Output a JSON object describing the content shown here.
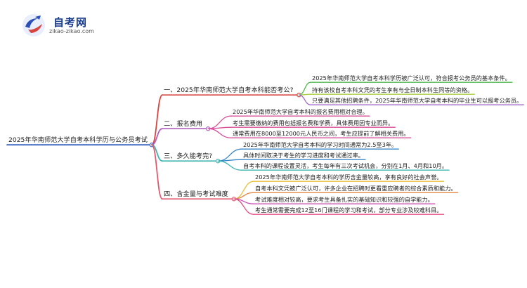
{
  "site": {
    "title": "自考网",
    "url": "zikao-zikao.com"
  },
  "colors": {
    "root_line": "#3a63c4",
    "b1": "#d8443f",
    "b1_leaves": [
      "#4fb84a",
      "#a8cf3f",
      "#a167c9"
    ],
    "b2": "#b05fbf",
    "b2_leaves": [
      "#d94f9a",
      "#d94f9a",
      "#d94f9a"
    ],
    "b3": "#3fb6b0",
    "b3_leaves": [
      "#3a86c8",
      "#3a86c8",
      "#3fb6b0"
    ],
    "b4": "#e05a70",
    "b4_leaves": [
      "#e8bf3a",
      "#e08840",
      "#c94fb6",
      "#e44c84",
      "#a8cf3f"
    ]
  },
  "mindmap": {
    "root": "2025年华南师范大学自考本科学历与公务员考试",
    "branches": [
      {
        "label": "一、2025年华南师范大学自考本科能否考公?",
        "leaves": [
          "2025年华南师范大学自考本科学历被广泛认可，符合报考公务员的基本条件。",
          "持有该校自考本科文凭的考生享有与全日制本科生同等的资格。",
          "只要满足其他招聘条件，2025年华南师范大学自考本科的毕业生可以报考公务员。"
        ]
      },
      {
        "label": "二、报名费用",
        "leaves": [
          "2025年华南师范大学自考本科的报名费用相对合理。",
          "考生需要缴纳的费用包括报名费和学费，具体费用因专业而异。",
          "通常费用在8000至12000元人民币之间，考生应提前了解相关费用。"
        ]
      },
      {
        "label": "三、多久能考完?",
        "leaves": [
          "2025年华南师范大学自考本科的学习时间通常为2.5至3年。",
          "具体时间取决于考生的学习进度和考试通过率。",
          "自考本科的课程设置灵活，考生每年有三次考试机会，分别在1月、4月和10月。"
        ]
      },
      {
        "label": "四、含金量与考试难度",
        "leaves": [
          "2025年华南师范大学自考本科的学历含金量较高，享有良好的社会声誉。",
          "自考本科文凭被广泛认可，许多企业在招聘时更看重应聘者的综合素质和能力。",
          "考试难度相对较高，要求考生具备扎实的基础知识和较强的自学能力。",
          "考生通常需要完成12至16门课程的学习和考试，部分专业涉及较难科目。"
        ]
      }
    ]
  }
}
